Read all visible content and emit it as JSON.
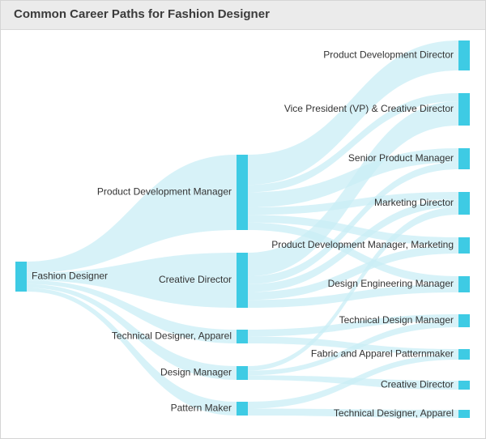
{
  "header": {
    "title": "Common Career Paths for Fashion Designer"
  },
  "colors": {
    "node": "#3ecbe4",
    "link": "#c9eef6",
    "label": "#333333"
  },
  "diagram": {
    "columns": [
      [
        "Fashion Designer"
      ],
      [
        "Product Development Manager",
        "Creative Director",
        "Technical Designer, Apparel",
        "Design Manager",
        "Pattern Maker"
      ],
      [
        "Product Development Director",
        "Vice President (VP) & Creative Director",
        "Senior Product Manager",
        "Marketing Director",
        "Product Development Manager, Marketing",
        "Design Engineering Manager",
        "Technical Design Manager",
        "Fabric and Apparel Patternmaker",
        "Creative Director",
        "Technical Designer, Apparel"
      ]
    ],
    "links": [
      {
        "source": "0:0",
        "target": "1:0",
        "value": 3
      },
      {
        "source": "0:0",
        "target": "1:1",
        "value": 2
      },
      {
        "source": "0:0",
        "target": "1:2",
        "value": 1
      },
      {
        "source": "0:0",
        "target": "1:3",
        "value": 1
      },
      {
        "source": "0:0",
        "target": "1:4",
        "value": 1
      },
      {
        "source": "1:0",
        "target": "2:0",
        "value": 4
      },
      {
        "source": "1:0",
        "target": "2:1",
        "value": 1
      },
      {
        "source": "1:0",
        "target": "2:2",
        "value": 2
      },
      {
        "source": "1:0",
        "target": "2:3",
        "value": 1
      },
      {
        "source": "1:0",
        "target": "2:4",
        "value": 1
      },
      {
        "source": "1:0",
        "target": "2:5",
        "value": 1
      },
      {
        "source": "1:1",
        "target": "2:1",
        "value": 3
      },
      {
        "source": "1:1",
        "target": "2:2",
        "value": 1
      },
      {
        "source": "1:1",
        "target": "2:3",
        "value": 1
      },
      {
        "source": "1:1",
        "target": "2:4",
        "value": 1
      },
      {
        "source": "1:1",
        "target": "2:5",
        "value": 1
      },
      {
        "source": "1:2",
        "target": "2:6",
        "value": 1
      },
      {
        "source": "1:2",
        "target": "2:7",
        "value": 1
      },
      {
        "source": "1:3",
        "target": "2:3",
        "value": 1
      },
      {
        "source": "1:3",
        "target": "2:6",
        "value": 1
      },
      {
        "source": "1:3",
        "target": "2:8",
        "value": 1
      },
      {
        "source": "1:4",
        "target": "2:7",
        "value": 1
      },
      {
        "source": "1:4",
        "target": "2:9",
        "value": 1
      }
    ]
  }
}
